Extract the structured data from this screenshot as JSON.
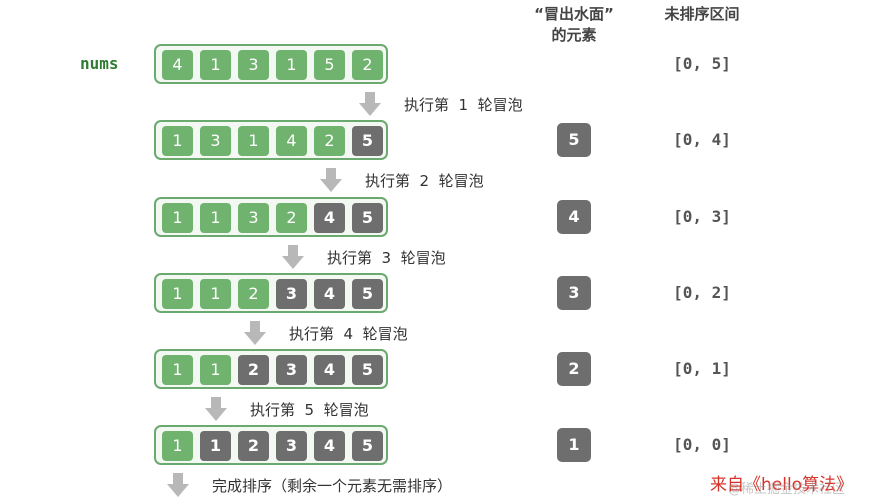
{
  "labels": {
    "nums": "nums",
    "bubbled_header_line1": "“冒出水面”",
    "bubbled_header_line2": "的元素",
    "unsorted_header": "未排序区间",
    "source": "来自《hello算法》",
    "watermark": "@稀土掘金技术社区"
  },
  "rows": [
    {
      "cells": [
        {
          "v": "4",
          "s": false
        },
        {
          "v": "1",
          "s": false
        },
        {
          "v": "3",
          "s": false
        },
        {
          "v": "1",
          "s": false
        },
        {
          "v": "5",
          "s": false
        },
        {
          "v": "2",
          "s": false
        }
      ],
      "bubbled": "",
      "range": "[0, 5]"
    },
    {
      "cells": [
        {
          "v": "1",
          "s": false
        },
        {
          "v": "3",
          "s": false
        },
        {
          "v": "1",
          "s": false
        },
        {
          "v": "4",
          "s": false
        },
        {
          "v": "2",
          "s": false
        },
        {
          "v": "5",
          "s": true
        }
      ],
      "bubbled": "5",
      "range": "[0, 4]"
    },
    {
      "cells": [
        {
          "v": "1",
          "s": false
        },
        {
          "v": "1",
          "s": false
        },
        {
          "v": "3",
          "s": false
        },
        {
          "v": "2",
          "s": false
        },
        {
          "v": "4",
          "s": true
        },
        {
          "v": "5",
          "s": true
        }
      ],
      "bubbled": "4",
      "range": "[0, 3]"
    },
    {
      "cells": [
        {
          "v": "1",
          "s": false
        },
        {
          "v": "1",
          "s": false
        },
        {
          "v": "2",
          "s": false
        },
        {
          "v": "3",
          "s": true
        },
        {
          "v": "4",
          "s": true
        },
        {
          "v": "5",
          "s": true
        }
      ],
      "bubbled": "3",
      "range": "[0, 2]"
    },
    {
      "cells": [
        {
          "v": "1",
          "s": false
        },
        {
          "v": "1",
          "s": false
        },
        {
          "v": "2",
          "s": true
        },
        {
          "v": "3",
          "s": true
        },
        {
          "v": "4",
          "s": true
        },
        {
          "v": "5",
          "s": true
        }
      ],
      "bubbled": "2",
      "range": "[0, 1]"
    },
    {
      "cells": [
        {
          "v": "1",
          "s": false
        },
        {
          "v": "1",
          "s": true
        },
        {
          "v": "2",
          "s": true
        },
        {
          "v": "3",
          "s": true
        },
        {
          "v": "4",
          "s": true
        },
        {
          "v": "5",
          "s": true
        }
      ],
      "bubbled": "1",
      "range": "[0, 0]"
    }
  ],
  "steps": [
    "执行第  1  轮冒泡",
    "执行第  2  轮冒泡",
    "执行第  3  轮冒泡",
    "执行第  4  轮冒泡",
    "执行第  5  轮冒泡",
    "完成排序（剩余一个元素无需排序）"
  ],
  "colors": {
    "unsorted": "#6fb36f",
    "sorted": "#6e6e6e",
    "border": "#6aaa6e",
    "arrow": "#b8b8b8",
    "source": "#d9322a"
  }
}
